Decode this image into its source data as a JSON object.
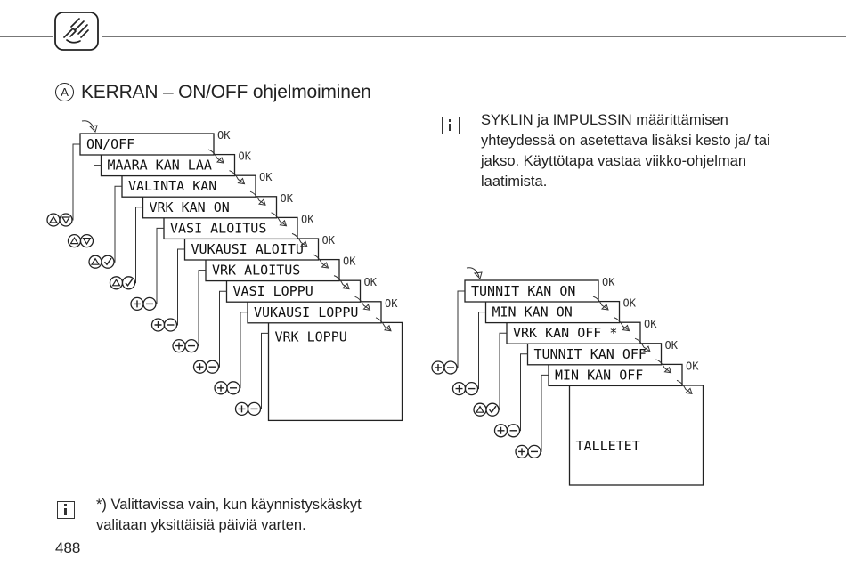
{
  "title": {
    "badge": "A",
    "text": "KERRAN –  ON/OFF ohjelmoiminen"
  },
  "note_right": "SYKLIN ja IMPULSSIN määrittämisen yhteydessä on asetettava lisäksi kesto ja/ tai jakso. Käyttötapa vastaa viikko-ohjelman laatimista.",
  "note_bottom": "*) Valittavissa vain, kun käynnistyskäskyt valitaan yksittäisiä päiviä varten.",
  "page_number": "488",
  "ok_label": "OK",
  "left_screens": [
    "ON/OFF",
    "MAARA KAN LAA",
    "VALINTA KAN",
    "VRK KAN ON",
    "VASI ALOITUS",
    "VUKAUSI ALOITU",
    "VRK ALOITUS",
    "VASI LOPPU",
    "VUKAUSI LOPPU",
    "VRK LOPPU"
  ],
  "left_buttons": [
    [
      "▲",
      "▼"
    ],
    [
      "▲",
      "▼"
    ],
    [
      "▲",
      "✓"
    ],
    [
      "▲",
      "✓"
    ],
    [
      "+",
      "−"
    ],
    [
      "+",
      "−"
    ],
    [
      "+",
      "−"
    ],
    [
      "+",
      "−"
    ],
    [
      "+",
      "−"
    ],
    [
      "+",
      "−"
    ]
  ],
  "right_screens": [
    "TUNNIT KAN ON",
    "MIN KAN ON",
    "VRK KAN OFF *",
    "TUNNIT KAN OFF",
    "MIN KAN OFF",
    "TALLETET"
  ],
  "right_buttons": [
    [
      "+",
      "−"
    ],
    [
      "+",
      "−"
    ],
    [
      "▲",
      "✓"
    ],
    [
      "+",
      "−"
    ],
    [
      "+",
      "−"
    ]
  ]
}
